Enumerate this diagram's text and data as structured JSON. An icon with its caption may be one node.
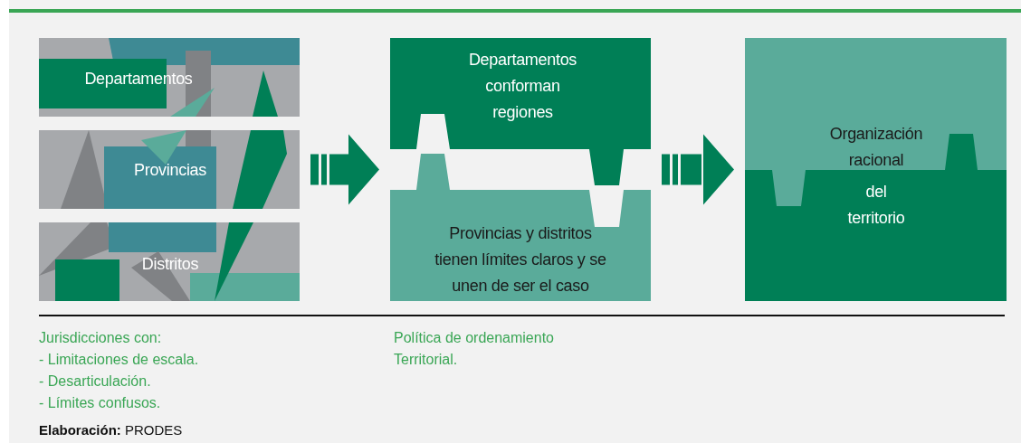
{
  "diagram": {
    "nodes": [
      {
        "text": [],
        "shape": "box"
      },
      {
        "text": [
          "Departamentos"
        ],
        "in": 0
      },
      {
        "text": [
          "Provincias"
        ],
        "in": 0
      },
      {
        "text": [
          "Distritos"
        ],
        "in": 0
      },
      {
        "text": [],
        "shape": "box"
      },
      {
        "text": [
          "Departamentos conforman regiones"
        ],
        "in": 4
      },
      {
        "text": [
          "Provincias y distritos tienen límites claros y se unen de ser el caso"
        ],
        "in": 4
      },
      {
        "text": [
          "Organización racional",
          "del territorio"
        ]
      }
    ],
    "edges": [
      {
        "from": 0,
        "to": 4,
        "arrow": "to"
      },
      {
        "from": 4,
        "to": 7,
        "arrow": "to"
      }
    ],
    "labels": [
      "Jurisdicciones con:",
      "- Limitaciones de escala.",
      "- Desarticulación.",
      "- Límites confusos.",
      "Política de ordenamiento Territorial.",
      "**Elaboración:** PRODES"
    ]
  }
}
